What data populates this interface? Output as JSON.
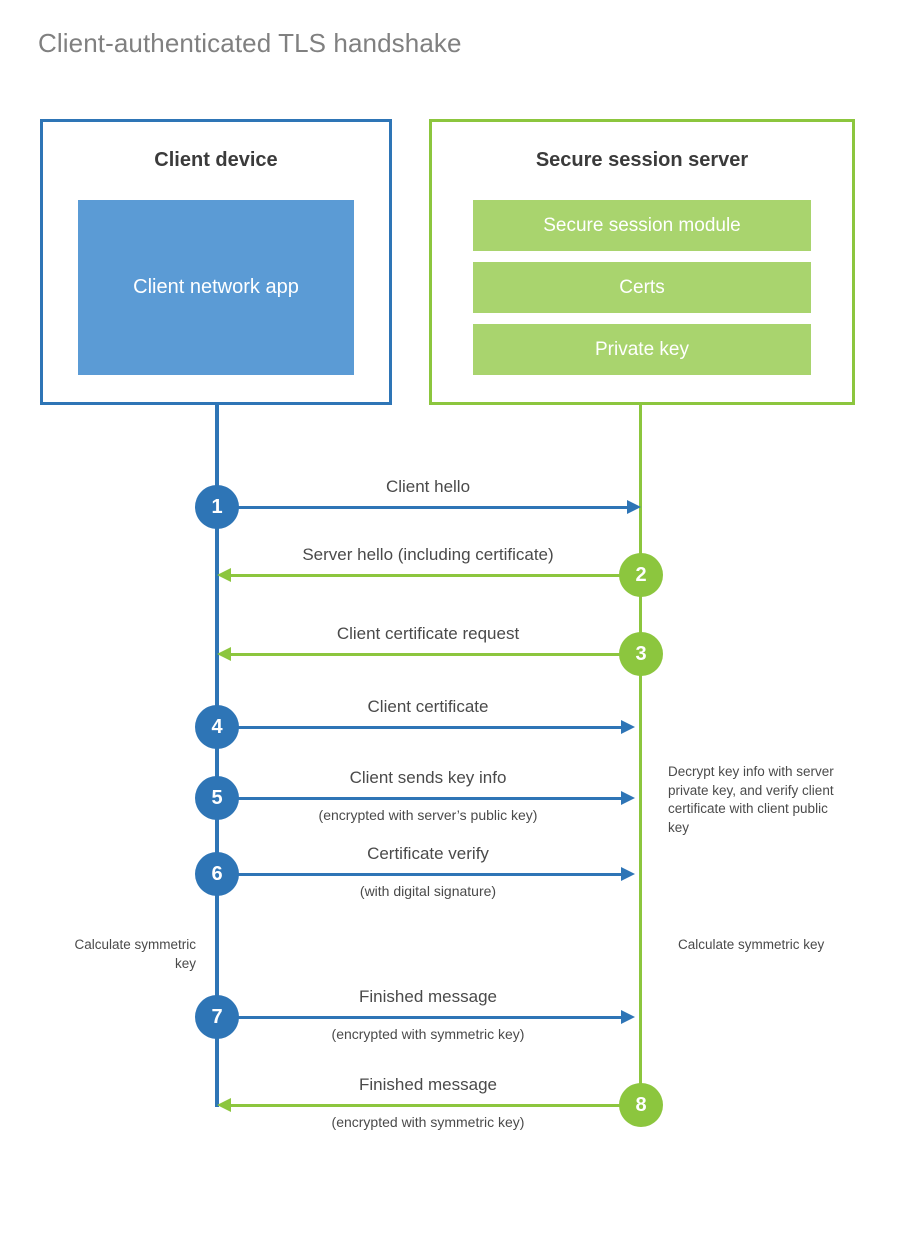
{
  "title": "Client-authenticated TLS handshake",
  "colors": {
    "client_blue": "#2E75B6",
    "client_app_fill": "#5B9BD5",
    "server_green": "#8CC63E",
    "server_bar_fill": "#A9D46E",
    "text_gray": "#4A4A4A",
    "title_gray": "#808080"
  },
  "actors": {
    "client": {
      "title": "Client device",
      "app_label": "Client network app"
    },
    "server": {
      "title": "Secure session server",
      "components": [
        "Secure session module",
        "Certs",
        "Private key"
      ]
    }
  },
  "steps": [
    {
      "number": "1",
      "label": "Client hello",
      "sublabel": "",
      "direction": "client-to-server",
      "color": "blue"
    },
    {
      "number": "2",
      "label": "Server hello (including certificate)",
      "sublabel": "",
      "direction": "server-to-client",
      "color": "green"
    },
    {
      "number": "3",
      "label": "Client certificate request",
      "sublabel": "",
      "direction": "server-to-client",
      "color": "green"
    },
    {
      "number": "4",
      "label": "Client certificate",
      "sublabel": "",
      "direction": "client-to-server",
      "color": "blue"
    },
    {
      "number": "5",
      "label": "Client sends key info",
      "sublabel": "(encrypted with server’s public key)",
      "direction": "client-to-server",
      "color": "blue"
    },
    {
      "number": "6",
      "label": "Certificate verify",
      "sublabel": "(with digital signature)",
      "direction": "client-to-server",
      "color": "blue"
    },
    {
      "number": "7",
      "label": "Finished message",
      "sublabel": "(encrypted with symmetric key)",
      "direction": "client-to-server",
      "color": "blue"
    },
    {
      "number": "8",
      "label": "Finished message",
      "sublabel": "(encrypted with symmetric key)",
      "direction": "server-to-client",
      "color": "green"
    }
  ],
  "notes": {
    "server_decrypt": "Decrypt key info with server private key, and verify client certificate with client public key",
    "client_calculate": "Calculate symmetric key",
    "server_calculate": "Calculate symmetric key"
  }
}
